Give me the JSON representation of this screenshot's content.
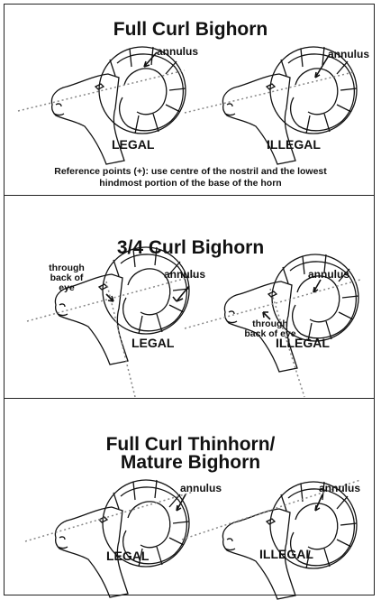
{
  "panels": [
    {
      "title": "Full Curl Bighorn",
      "legal_label": "LEGAL",
      "illegal_label": "ILLEGAL",
      "annulus_left": "annulus",
      "annulus_right": "annulus",
      "caption": "Reference points (+): use centre of the nostril and the lowest hindmost portion of the base of the horn"
    },
    {
      "title": "3/4 Curl Bighorn",
      "legal_label": "LEGAL",
      "illegal_label": "ILLEGAL",
      "annulus_left": "annulus",
      "annulus_right": "annulus",
      "eye_left": "through back of eye",
      "eye_right": "through back of eye"
    },
    {
      "title_line1": "Full Curl Thinhorn/",
      "title_line2": "Mature Bighorn",
      "legal_label": "LEGAL",
      "illegal_label": "ILLEGAL",
      "annulus_left": "annulus",
      "annulus_right": "annulus"
    }
  ],
  "colors": {
    "ink": "#111111",
    "frame": "#222222",
    "dotted_line": "#888888"
  }
}
